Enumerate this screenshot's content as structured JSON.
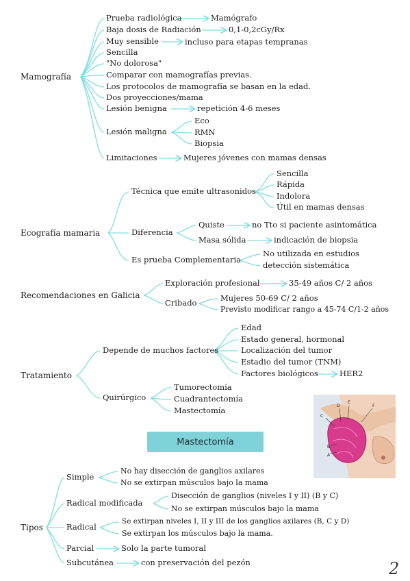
{
  "colors": {
    "line": "#7fdde2",
    "banner": "#7fd3d8",
    "ink": "#1a1a1a"
  },
  "mamografia": {
    "title": "Mamografía",
    "items": [
      "Prueba radiológica",
      "Baja dosis de Radiación",
      "Muy sensible",
      "Sencilla",
      "\"No dolorosa\"",
      "Comparar con mamografías previas.",
      "Los protocolos de mamografía se basan en la edad.",
      "Dos proyecciones/mama",
      "Lesión benigna",
      "Lesión maligna",
      "Limitaciones"
    ],
    "mamografo": "Mamógrafo",
    "dosis": "0,1-0,2cGy/Rx",
    "sensible": "incluso para etapas tempranas",
    "benigna": "repetición 4-6 meses",
    "maligna": [
      "Eco",
      "RMN",
      "Biopsia"
    ],
    "limitaciones": "Mujeres jóvenes con mamas densas"
  },
  "ecografia": {
    "title": "Ecografía mamaria",
    "tecnica": "Técnica que emite ultrasonidos",
    "tecnica_items": [
      "Sencilla",
      "Rápida",
      "Indolora",
      "Útil en mamas densas"
    ],
    "diferencia": "Diferencia",
    "quiste": "Quiste",
    "quiste_res": "no Tto si paciente asintomática",
    "masa": "Masa sólida",
    "masa_res": "indicación de biopsia",
    "complementaria": "Es prueba Complementaria",
    "comp_res": [
      "No utilizada en estudios",
      "detección sistemática"
    ]
  },
  "galicia": {
    "title": "Recomendaciones en Galicia",
    "exploracion": "Exploración profesional",
    "exploracion_res": "35-49 años C/ 2 años",
    "cribado": "Cribado",
    "cribado_items": [
      "Mujeres 50-69 C/ 2 años",
      "Previsto modificar rango a 45-74 C/1-2 años"
    ]
  },
  "tratamiento": {
    "title": "Tratamiento",
    "factores": "Depende de muchos factores",
    "factores_items": [
      "Edad",
      "Estado general, hormonal",
      "Localización del tumor",
      "Estadio del tumor (TNM)",
      "Factores biológicos"
    ],
    "her2": "HER2",
    "quirurgico": "Quirúrgico",
    "quirurgico_items": [
      "Tumorectomía",
      "Cuadrantectomía",
      "Mastectomía"
    ]
  },
  "illustration_labels": [
    "C",
    "D",
    "E",
    "F",
    "A",
    "B"
  ],
  "banner": "Mastectomía",
  "tipos": {
    "title": "Tipos",
    "simple": "Simple",
    "simple_items": [
      "No hay disección de ganglios axilares",
      "No se extirpan músculos bajo la mama"
    ],
    "radical_mod": "Radical modificada",
    "radical_mod_items": [
      "Disección de ganglios (niveles I y II) (B y C)",
      "No se extirpan músculos bajo la mama"
    ],
    "radical": "Radical",
    "radical_items": [
      "Se extirpan niveles I, II y III de los ganglios axilares (B, C y D)",
      "Se extirpan los músculos bajo la mama."
    ],
    "parcial": "Parcial",
    "parcial_res": "Solo la parte tumoral",
    "subcutanea": "Subcutánea",
    "subcutanea_res": "con preservación del pezón"
  },
  "page_number": "2"
}
